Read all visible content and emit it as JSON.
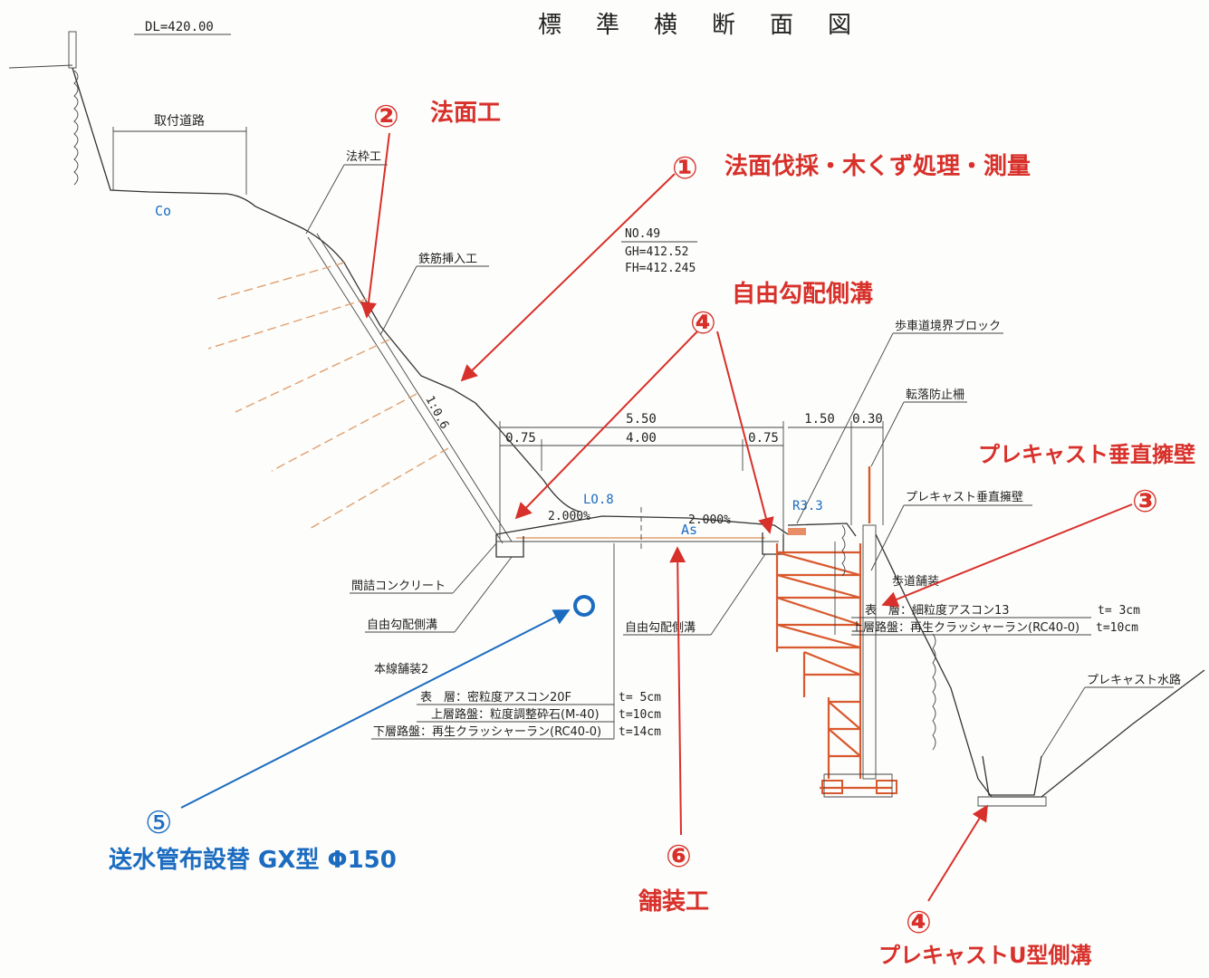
{
  "title": "標　準　横　断　面　図",
  "dl": "DL=420.00",
  "station": {
    "no": "NO.49",
    "gh": "GH=412.52",
    "fh": "FH=412.245"
  },
  "labels": {
    "toritsuke": "取付道路",
    "co": "Co",
    "nori_waku": "法枠工",
    "tekkin": "鉄筋挿入工",
    "slope": "1:0.6",
    "lo": "LO.8",
    "r": "R3.3",
    "as": "As",
    "grade_left": "2.000%",
    "grade_right": "2.000%",
    "hodo_block": "歩車道境界ブロック",
    "tenraku": "転落防止柵",
    "precast_wall": "プレキャスト垂直擁壁",
    "hodo_hoso": "歩道舗装",
    "hodo_hyoso": "表　層：細粒度アスコン13",
    "hodo_hyoso_t": "t= 3cm",
    "hodo_jouso": "上層路盤：再生クラッシャーラン(RC40-0)",
    "hodo_jouso_t": "t=10cm",
    "precast_suiro": "プレキャスト水路",
    "maizume": "間詰コンクリート",
    "jiyu_left": "自由勾配側溝",
    "jiyu_right": "自由勾配側溝",
    "honsen": "本線舗装2",
    "honsen_hyoso": "表　層：密粒度アスコン20F",
    "honsen_hyoso_t": "t= 5cm",
    "honsen_jouso": "上層路盤：粒度調整砕石(M-40)",
    "honsen_jouso_t": "t=10cm",
    "honsen_kaso": "下層路盤：再生クラッシャーラン(RC40-0)",
    "honsen_kaso_t": "t=14cm"
  },
  "dimensions": {
    "total": "5.50",
    "left": "0.75",
    "center": "4.00",
    "right": "0.75",
    "sidewalk": "1.50",
    "fence": "0.30"
  },
  "annotations": [
    {
      "num": "②",
      "text": "法面工",
      "color": "#d8302a"
    },
    {
      "num": "①",
      "text": "法面伐採・木くず処理・測量",
      "color": "#d8302a"
    },
    {
      "num": "④",
      "text": "自由勾配側溝",
      "color": "#d8302a"
    },
    {
      "num": "③",
      "text": "プレキャスト垂直擁壁",
      "color": "#d8302a"
    },
    {
      "num": "⑤",
      "text": "送水管布設替 GX型 Φ150",
      "color": "#1b6cc0"
    },
    {
      "num": "⑥",
      "text": "舗装工",
      "color": "#d8302a"
    },
    {
      "num": "④",
      "text": "プレキャストU型側溝",
      "color": "#d8302a"
    }
  ]
}
